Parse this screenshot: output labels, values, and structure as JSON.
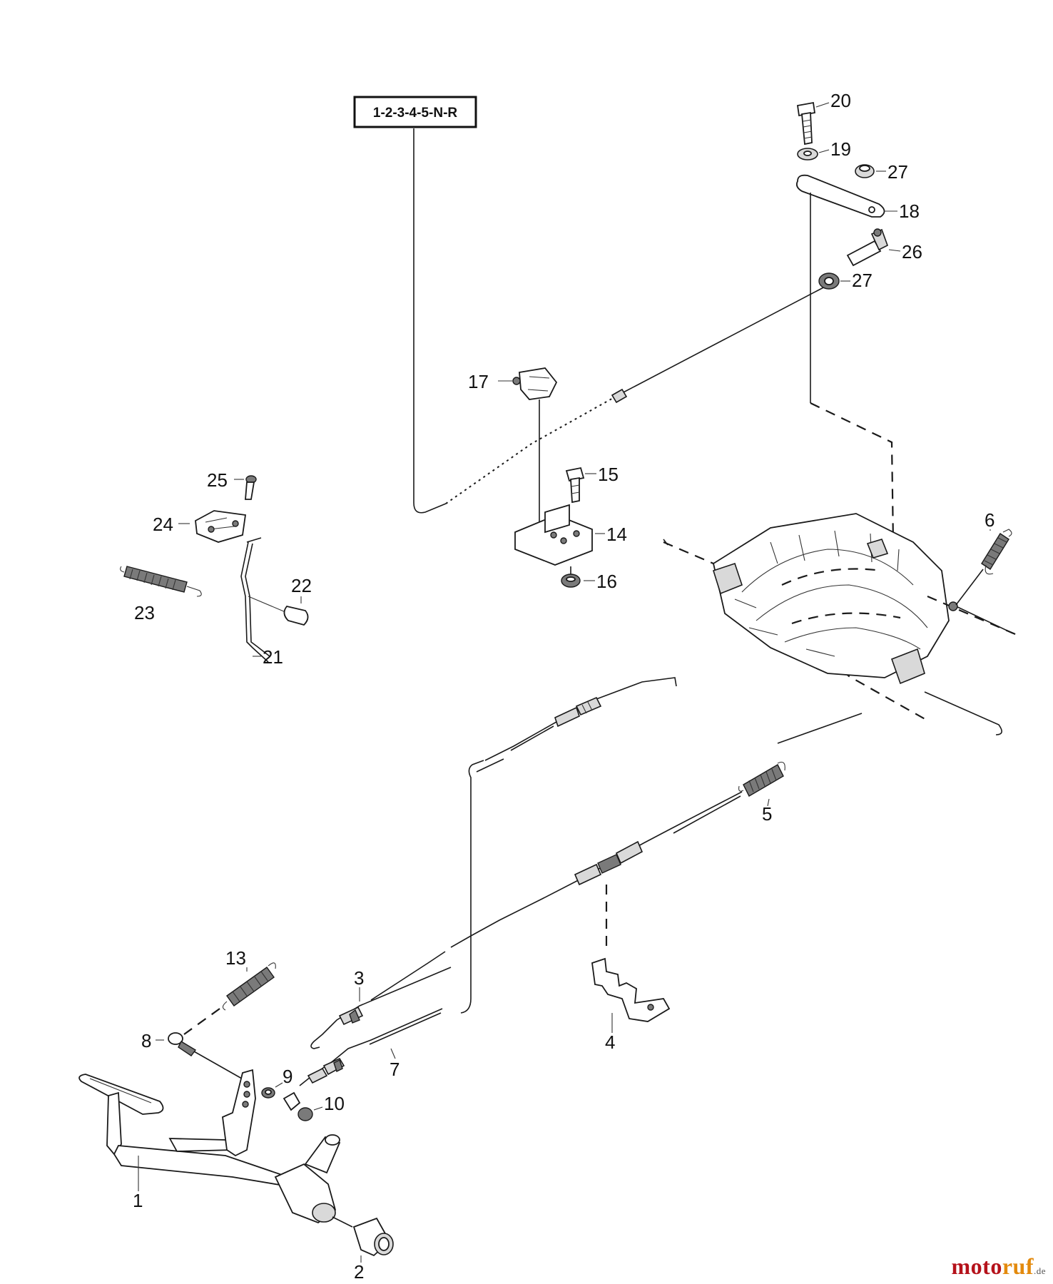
{
  "gear_pattern": "1-2-3-4-5-N-R",
  "callouts": {
    "c1": "1",
    "c2": "2",
    "c3": "3",
    "c4": "4",
    "c5": "5",
    "c6": "6",
    "c7": "7",
    "c8": "8",
    "c9": "9",
    "c10": "10",
    "c13": "13",
    "c14": "14",
    "c15": "15",
    "c16": "16",
    "c17": "17",
    "c18": "18",
    "c19": "19",
    "c20": "20",
    "c21": "21",
    "c22": "22",
    "c23": "23",
    "c24": "24",
    "c25": "25",
    "c26": "26",
    "c27a": "27",
    "c27b": "27"
  },
  "watermark": {
    "main": "moto",
    "accent": "ruf",
    "suffix": ".de"
  },
  "colors": {
    "ink": "#1a1a1a",
    "brand_red": "#b5121b",
    "brand_orange": "#e38a0d"
  }
}
